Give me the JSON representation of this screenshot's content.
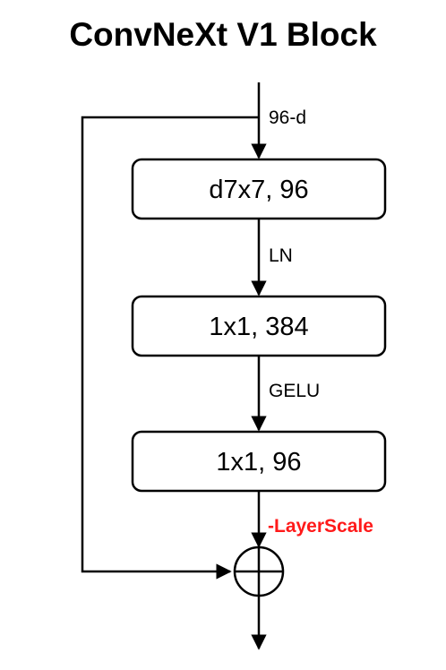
{
  "title": "ConvNeXt V1 Block",
  "colors": {
    "stroke": "#000000",
    "accent": "#ff1a1a",
    "background": "#ffffff"
  },
  "input_label": "96-d",
  "blocks": [
    {
      "label": "d7x7, 96"
    },
    {
      "label": "1x1, 384"
    },
    {
      "label": "1x1, 96"
    }
  ],
  "edge_labels": {
    "norm": "LN",
    "activation": "GELU",
    "scale": "-LayerScale"
  },
  "icons": {
    "sum": "circled-plus-icon"
  }
}
